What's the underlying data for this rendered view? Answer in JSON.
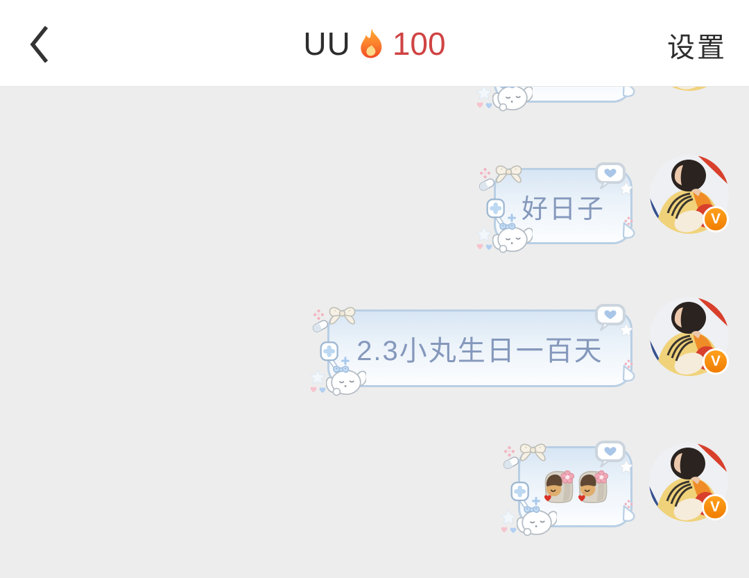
{
  "header": {
    "title": "UU",
    "hot_icon": "fire-icon",
    "hot_count": "100",
    "settings_label": "设置"
  },
  "colors": {
    "header_bg": "#ffffff",
    "chat_bg": "#ededed",
    "hot_count_red": "#d04343",
    "bubble_border": "#b9cfe4",
    "bubble_fill_top": "#d7e5f4",
    "bubble_text": "#8598bc",
    "verified_badge_orange": "#f07d00"
  },
  "messages": [
    {
      "type": "text",
      "text": "",
      "position": "clipped-top"
    },
    {
      "type": "text",
      "text": "好日子"
    },
    {
      "type": "text",
      "text": "2.3小丸生日一百天"
    },
    {
      "type": "sticker",
      "stickers": [
        "girl-flower-heart-emoji",
        "girl-flower-heart-emoji"
      ]
    }
  ],
  "avatar_badge": "V"
}
